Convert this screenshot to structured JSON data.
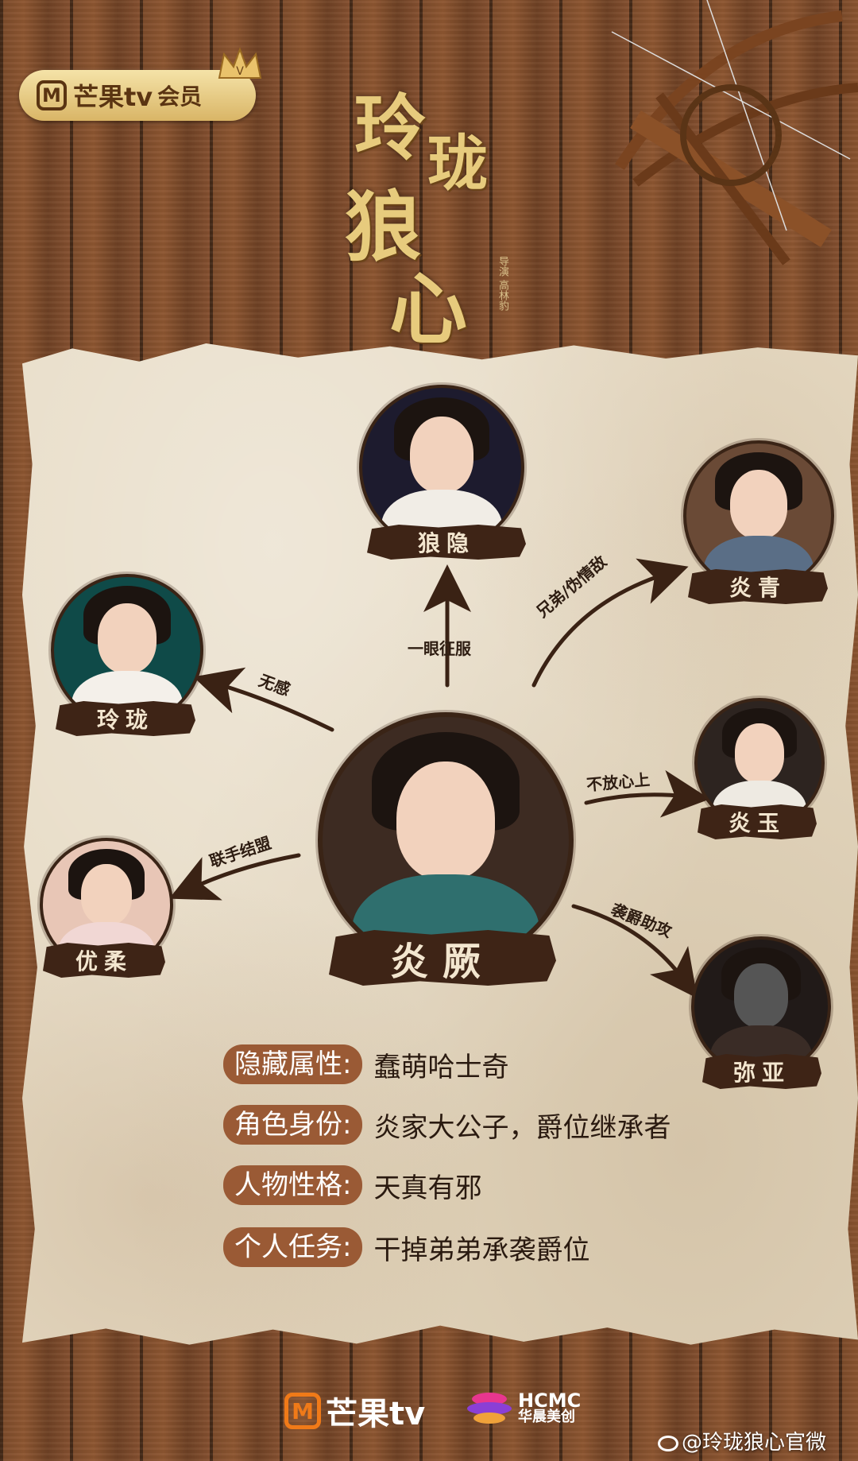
{
  "header": {
    "badge_text": "芒果tv",
    "badge_member": "会员",
    "title_chars": [
      "玲",
      "珑",
      "狼",
      "心"
    ],
    "credit_text": "导演 高林豹"
  },
  "characters": {
    "langyin": "狼隐",
    "yanqing": "炎青",
    "linglong": "玲珑",
    "yanyu": "炎玉",
    "yourou": "优柔",
    "yanjue": "炎厥",
    "miya": "弥亚"
  },
  "relations": {
    "to_langyin": "一眼征服",
    "to_yanqing": "兄弟/伪情敌",
    "to_linglong": "无感",
    "to_yanyu": "不放心上",
    "to_yourou": "联手结盟",
    "to_miya": "袭爵助攻"
  },
  "attributes": [
    {
      "label": "隐藏属性:",
      "value": "蠢萌哈士奇"
    },
    {
      "label": "角色身份:",
      "value": "炎家大公子，爵位继承者"
    },
    {
      "label": "人物性格:",
      "value": "天真有邪"
    },
    {
      "label": "个人任务:",
      "value": "干掉弟弟承袭爵位"
    }
  ],
  "footer": {
    "mgtv": "芒果tv",
    "hcmc_en": "HCMC",
    "hcmc_cn": "华晨美创",
    "weibo": "@玲珑狼心官微"
  }
}
